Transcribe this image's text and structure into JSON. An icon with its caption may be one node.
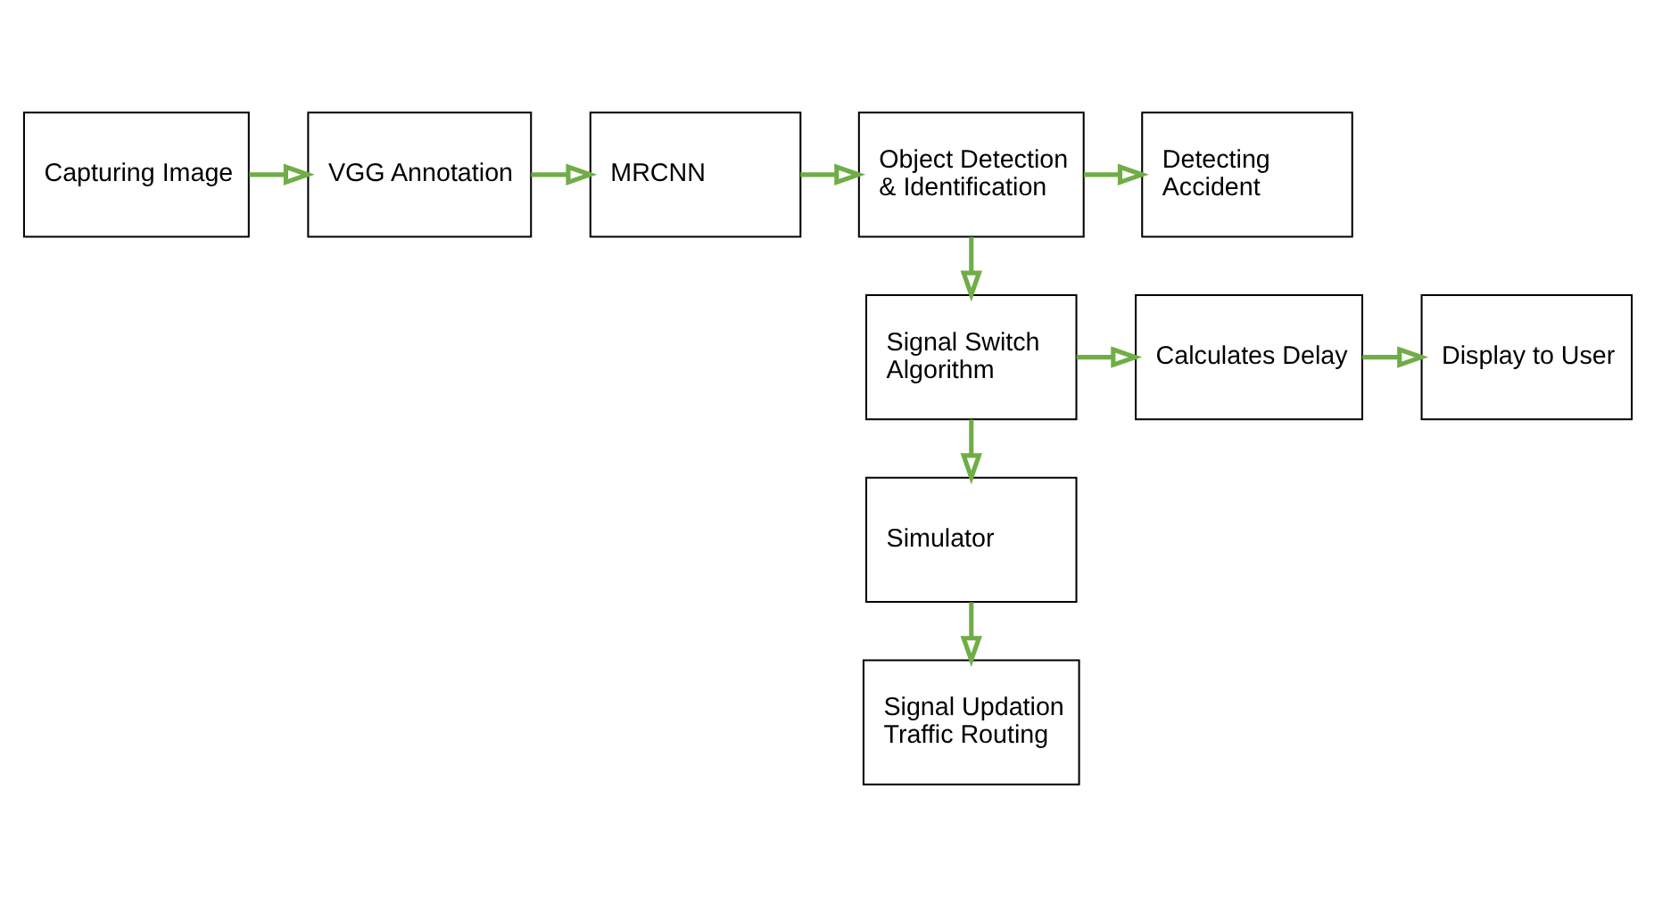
{
  "diagram": {
    "nodes": [
      {
        "text": [
          "Capturing Image"
        ]
      },
      {
        "text": [
          "VGG Annotation"
        ]
      },
      {
        "text": [
          "MRCNN"
        ]
      },
      {
        "text": [
          "Object Detection & Identification"
        ]
      },
      {
        "text": [
          "Detecting Accident"
        ]
      },
      {
        "text": [
          "Signal Switch Algorithm"
        ]
      },
      {
        "text": [
          "Calculates Delay"
        ]
      },
      {
        "text": [
          "Display to User"
        ]
      },
      {
        "text": [
          "Simulator"
        ]
      },
      {
        "text": [
          "Signal Updation Traffic Routing"
        ]
      }
    ],
    "edges": [
      {
        "from": 0,
        "to": 1,
        "arrow": "to"
      },
      {
        "from": 1,
        "to": 2,
        "arrow": "to"
      },
      {
        "from": 2,
        "to": 3,
        "arrow": "to"
      },
      {
        "from": 3,
        "to": 4,
        "arrow": "to"
      },
      {
        "from": 3,
        "to": 5,
        "arrow": "to"
      },
      {
        "from": 5,
        "to": 6,
        "arrow": "to"
      },
      {
        "from": 6,
        "to": 7,
        "arrow": "to"
      },
      {
        "from": 5,
        "to": 8,
        "arrow": "to"
      },
      {
        "from": 8,
        "to": 9,
        "arrow": "to"
      }
    ]
  }
}
